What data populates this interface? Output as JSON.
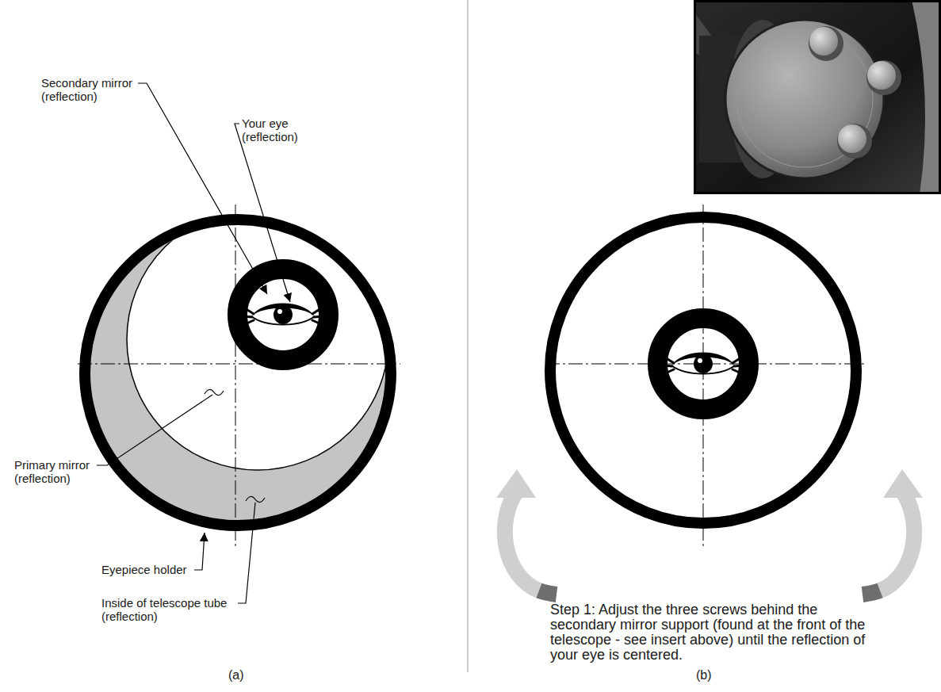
{
  "diagram": {
    "labels": [
      "Secondary mirror (reflection)",
      "Your eye (reflection)",
      "Primary mirror (reflection)",
      "Eyepiece holder",
      "Inside of telescope tube (reflection)",
      "(a)",
      "Step 1: Adjust the three screws behind the secondary mirror support (found at the front of the telescope - see insert above) until the reflection of your eye is centered.",
      "(b)"
    ]
  }
}
